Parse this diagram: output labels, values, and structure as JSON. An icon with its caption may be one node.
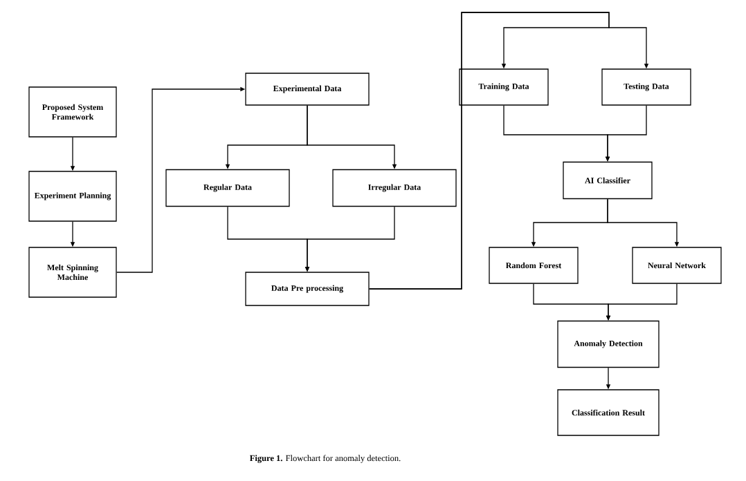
{
  "diagram": {
    "caption": "**Figure 1.** Flowchart for anomaly detection.",
    "nodes": [
      {
        "text": [
          "Proposed System Framework"
        ]
      },
      {
        "text": [
          "Experiment Planning"
        ]
      },
      {
        "text": [
          "Melt Spinning Machine"
        ]
      },
      {
        "text": [
          "Experimental Data"
        ]
      },
      {
        "text": [
          "Regular Data"
        ]
      },
      {
        "text": [
          "Irregular Data"
        ]
      },
      {
        "text": [
          "Data Pre processing"
        ]
      },
      {
        "text": [
          "Training  Data"
        ]
      },
      {
        "text": [
          "Testing Data"
        ]
      },
      {
        "text": [
          "AI Classifier"
        ]
      },
      {
        "text": [
          "Random Forest"
        ]
      },
      {
        "text": [
          "Neural Network"
        ]
      },
      {
        "text": [
          "Anomaly Detection"
        ]
      },
      {
        "text": [
          "Classification Result"
        ]
      }
    ],
    "edges": [
      {
        "from": 0,
        "to": 1,
        "arrow": "to"
      },
      {
        "from": 1,
        "to": 2,
        "arrow": "to"
      },
      {
        "from": 2,
        "to": 3,
        "arrow": "to"
      },
      {
        "from": 3,
        "to": 4,
        "arrow": "to"
      },
      {
        "from": 3,
        "to": 5,
        "arrow": "to"
      },
      {
        "from": 4,
        "to": 6,
        "arrow": "to"
      },
      {
        "from": 5,
        "to": 6,
        "arrow": "to"
      },
      {
        "from": 6,
        "to": 7,
        "arrow": "to"
      },
      {
        "from": 6,
        "to": 8,
        "arrow": "to"
      },
      {
        "from": 7,
        "to": 9,
        "arrow": "to"
      },
      {
        "from": 8,
        "to": 9,
        "arrow": "to"
      },
      {
        "from": 9,
        "to": 10,
        "arrow": "to"
      },
      {
        "from": 9,
        "to": 11,
        "arrow": "to"
      },
      {
        "from": 10,
        "to": 12,
        "arrow": "to"
      },
      {
        "from": 11,
        "to": 12,
        "arrow": "to"
      },
      {
        "from": 12,
        "to": 13,
        "arrow": "to"
      }
    ]
  }
}
